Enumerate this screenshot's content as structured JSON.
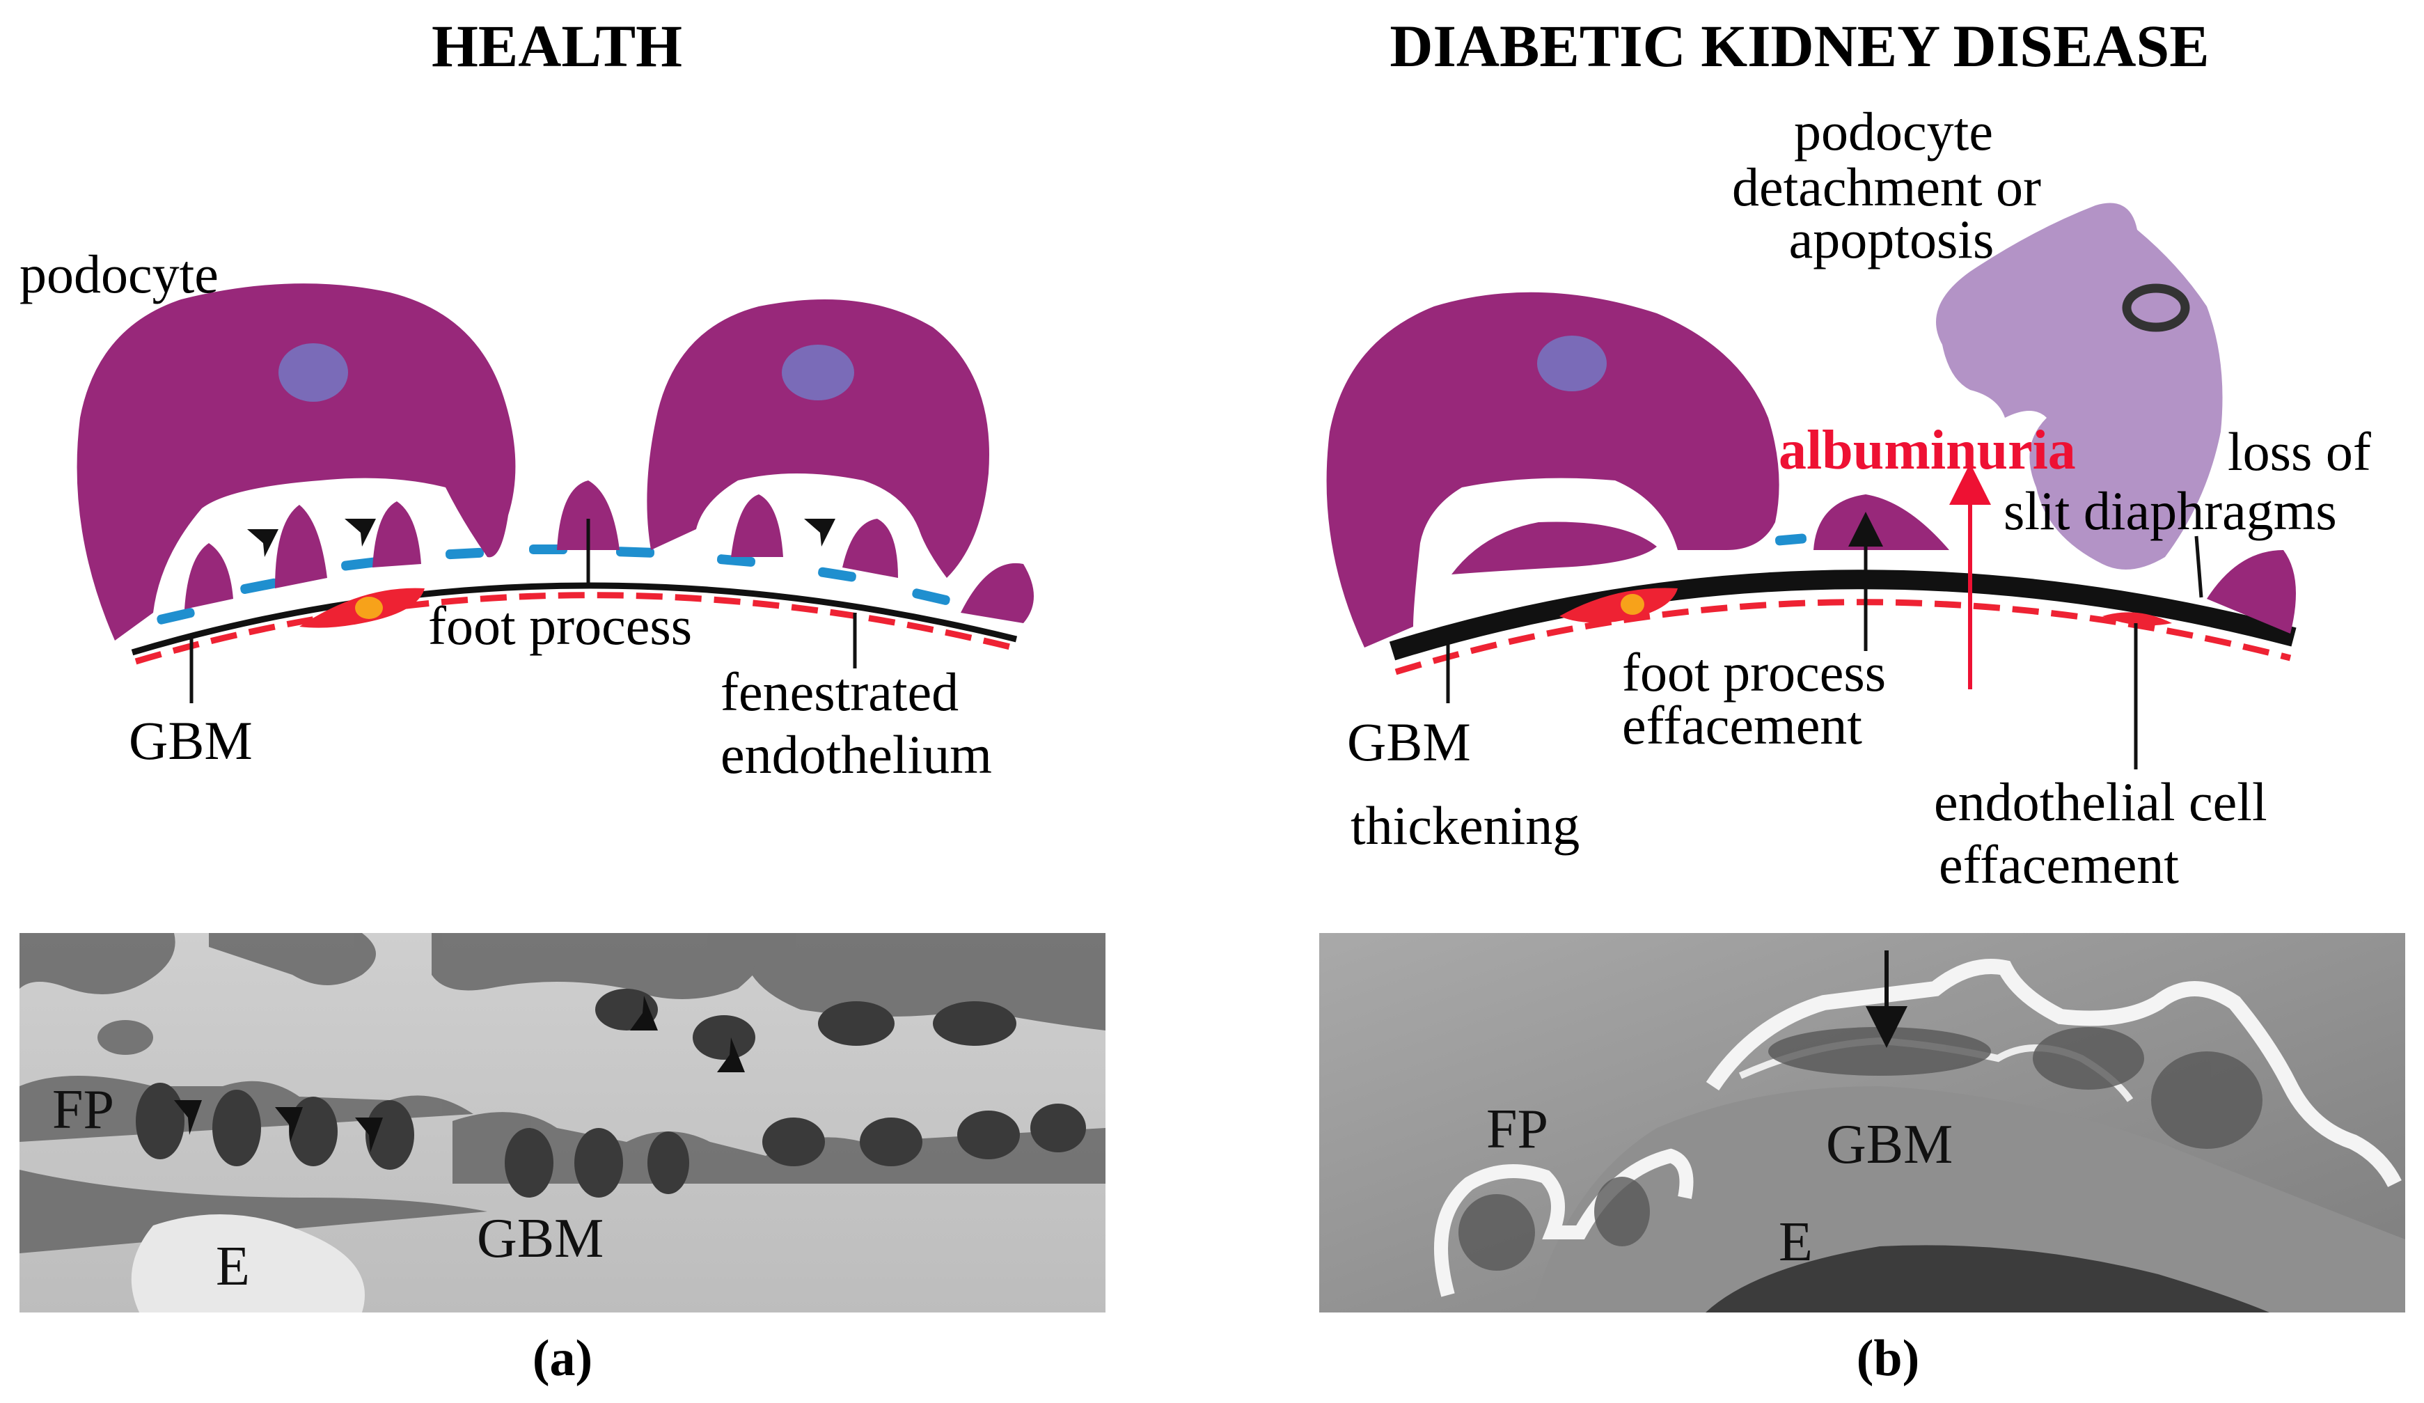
{
  "titles": {
    "left": "HEALTH",
    "right": "DIABETIC KIDNEY DISEASE"
  },
  "health": {
    "podocyte": "podocyte",
    "foot_process": "foot process",
    "gbm": "GBM",
    "fenestrated_1": "fenestrated",
    "fenestrated_2": "endothelium"
  },
  "dkd": {
    "detach_1": "podocyte",
    "detach_2": "detachment or",
    "detach_3": "apoptosis",
    "albuminuria": "albuminuria",
    "loss_1": "loss of",
    "loss_2": "slit diaphragms",
    "gbm": "GBM",
    "thickening": "thickening",
    "effacement_1": "foot process",
    "effacement_2": "effacement",
    "endo_1": "endothelial cell",
    "endo_2": "effacement"
  },
  "micrographs": {
    "left": {
      "fp": "FP",
      "e": "E",
      "gbm": "GBM"
    },
    "right": {
      "fp": "FP",
      "gbm": "GBM",
      "e": "E"
    }
  },
  "panel_labels": {
    "a": "(a)",
    "b": "(b)"
  },
  "colors": {
    "podocyte": "#98287a",
    "nucleus": "#7a6bb8",
    "detached_podocyte": "#b393c6",
    "endothelium": "#ee2233",
    "slit_diaphragm": "#1f8fcf",
    "albuminuria": "#ee1133",
    "rbc_core": "#f7a21a"
  }
}
